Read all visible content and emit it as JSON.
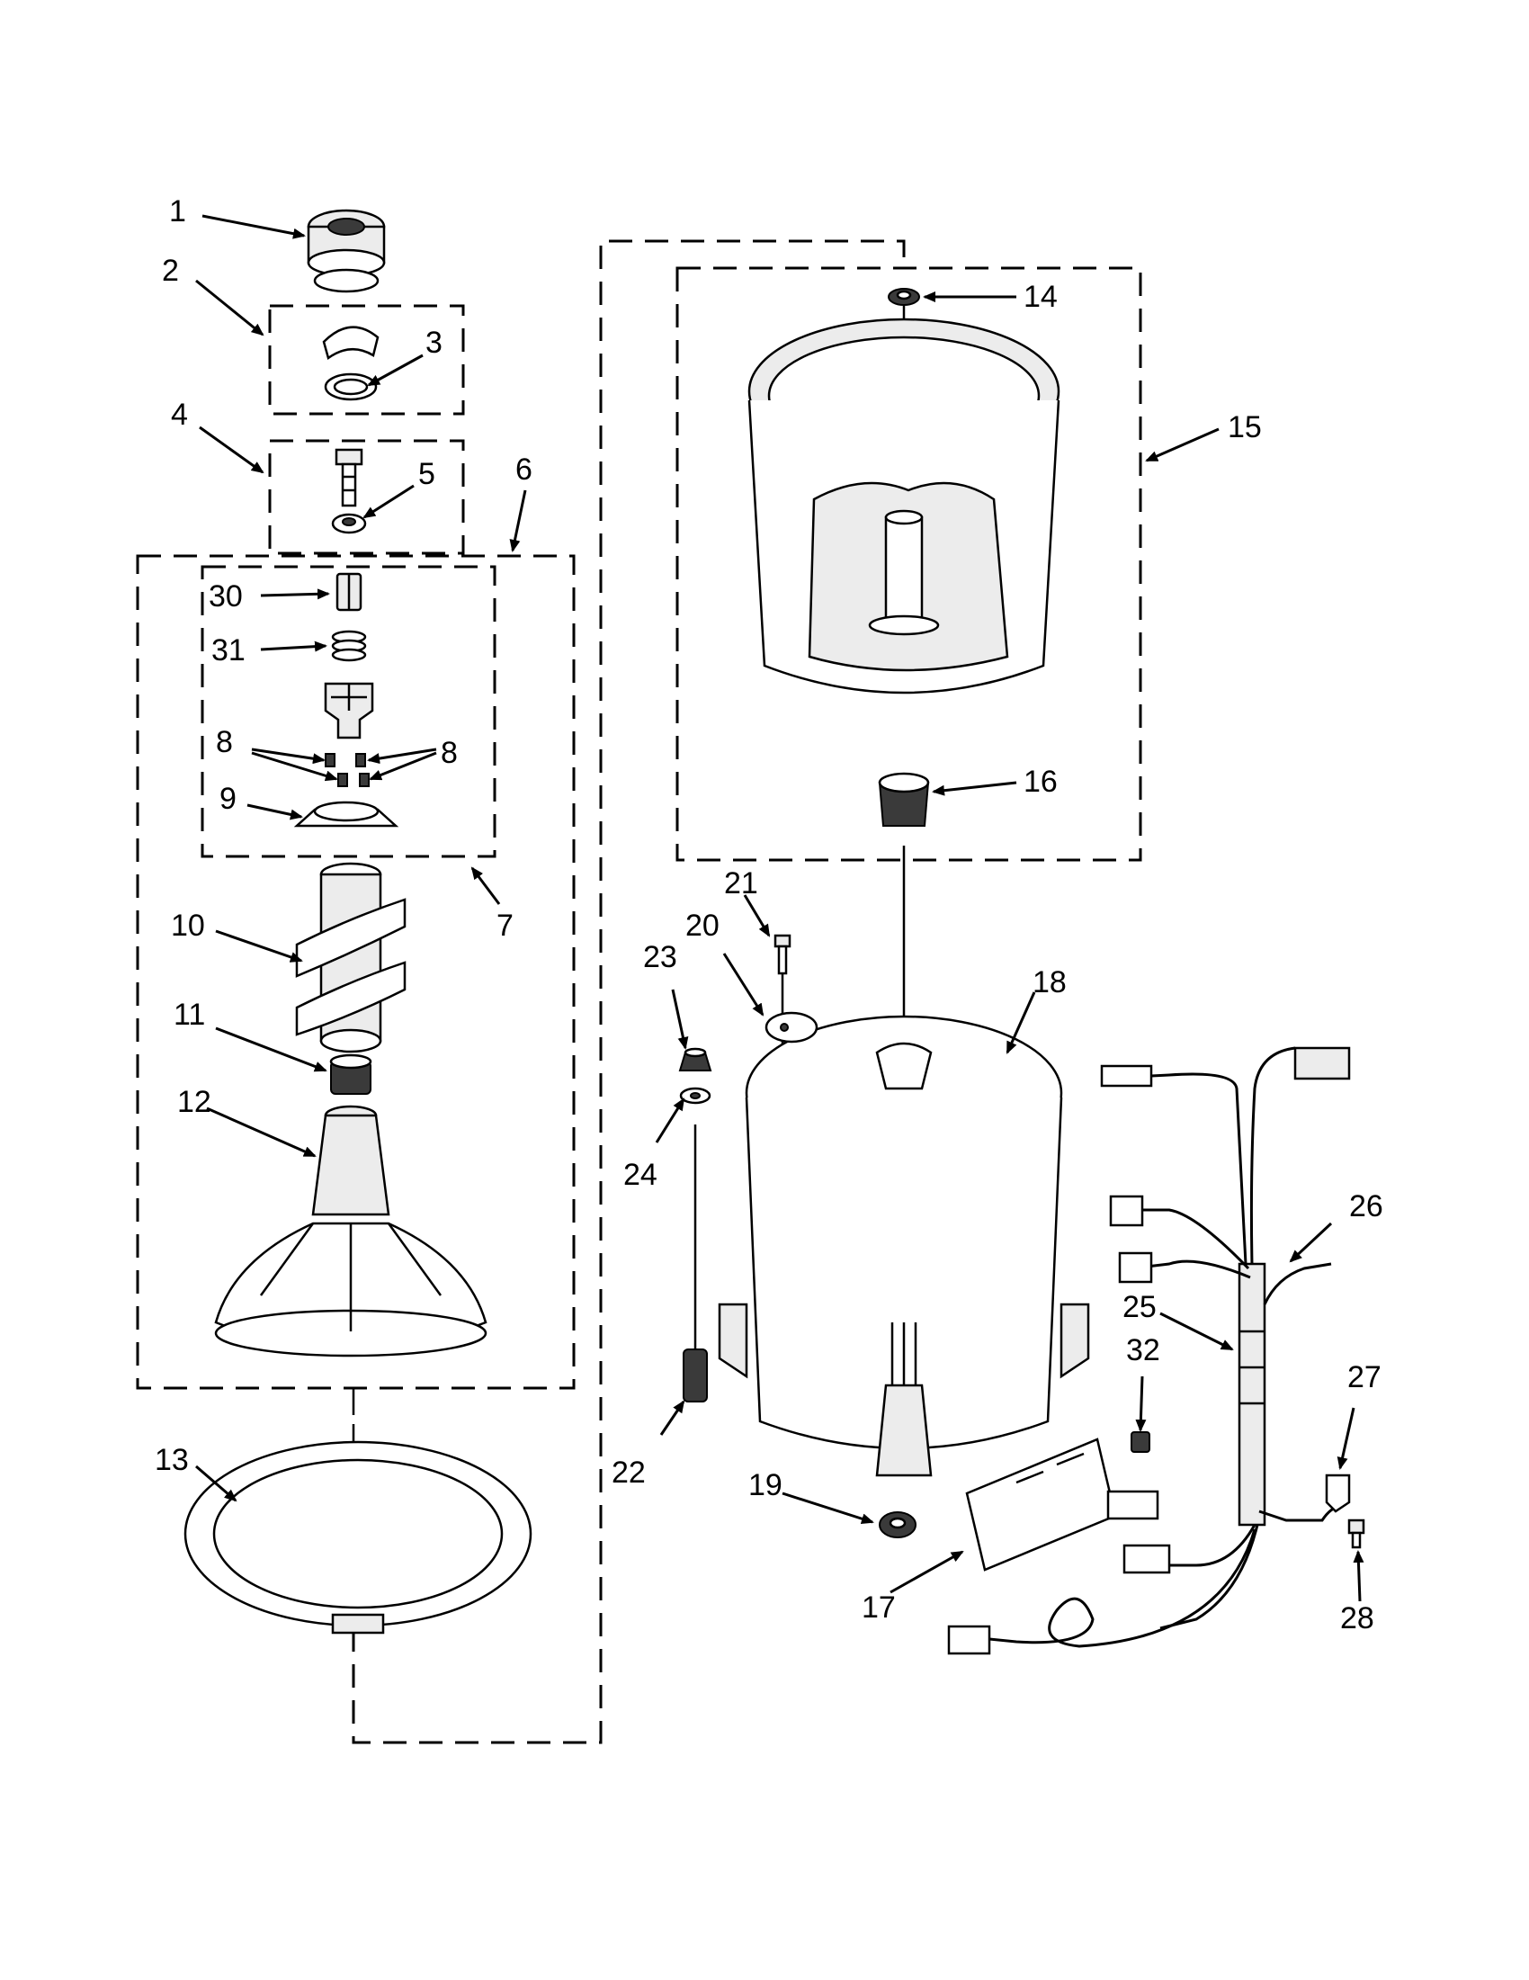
{
  "labels": [
    "1",
    "2",
    "3",
    "4",
    "5",
    "6",
    "7",
    "8",
    "8",
    "9",
    "10",
    "11",
    "12",
    "13",
    "14",
    "15",
    "16",
    "17",
    "18",
    "19",
    "20",
    "21",
    "22",
    "23",
    "24",
    "25",
    "26",
    "27",
    "28",
    "30",
    "31",
    "32"
  ],
  "icons": {
    "arrowhead": "arrowhead-icon"
  },
  "colors": {
    "ink": "#000000",
    "fill_light": "#ececec",
    "fill_dark": "#3a3a3a",
    "background": "#ffffff"
  }
}
